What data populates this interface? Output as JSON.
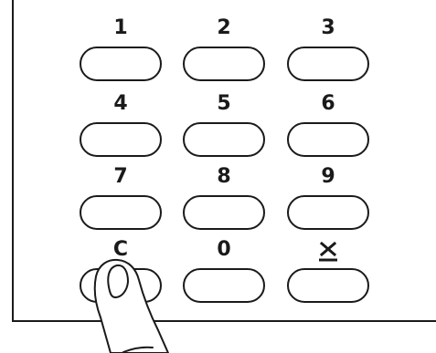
{
  "keypad": {
    "keys": [
      {
        "label": "1"
      },
      {
        "label": "2"
      },
      {
        "label": "3"
      },
      {
        "label": "4"
      },
      {
        "label": "5"
      },
      {
        "label": "6"
      },
      {
        "label": "7"
      },
      {
        "label": "8"
      },
      {
        "label": "9"
      },
      {
        "label": "C"
      },
      {
        "label": "0"
      },
      {
        "icon": "clear-entry-icon"
      }
    ]
  },
  "pointer": {
    "icon": "pointing-finger-icon",
    "target_key": "C"
  }
}
